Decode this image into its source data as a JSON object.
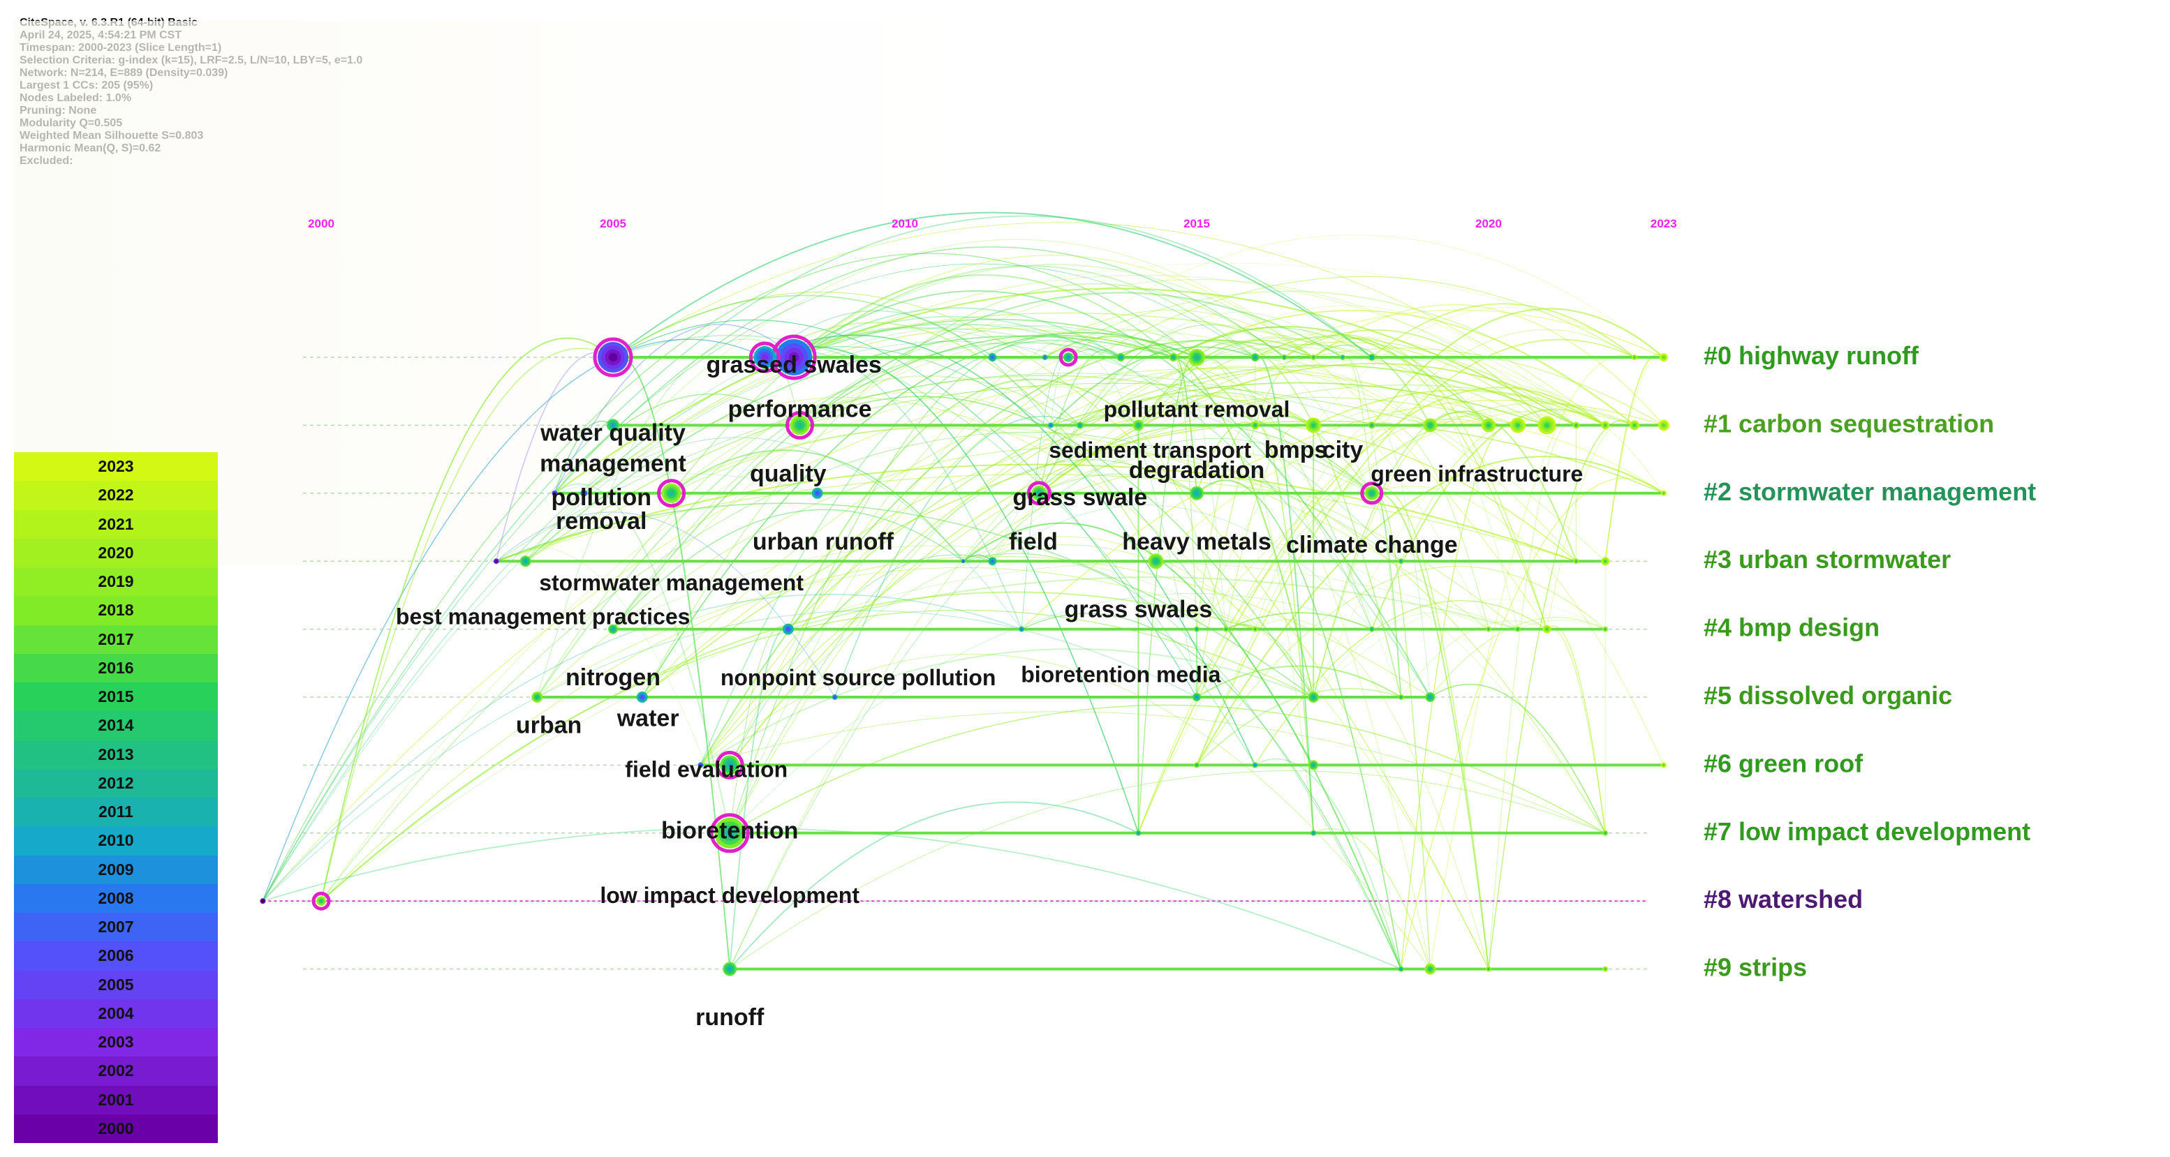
{
  "info_lines": [
    "CiteSpace, v. 6.3.R1 (64-bit) Basic",
    "April 24, 2025, 4:54:21 PM CST",
    "Timespan: 2000-2023 (Slice Length=1)",
    "Selection Criteria: g-index (k=15), LRF=2.5, L/N=10, LBY=5, e=1.0",
    "Network: N=214, E=889 (Density=0.039)",
    "Largest 1 CCs: 205 (95%)",
    "Nodes Labeled: 1.0%",
    "Pruning: None",
    "Modularity Q=0.505",
    "Weighted Mean Silhouette S=0.803",
    "Harmonic Mean(Q, S)=0.62",
    "Excluded:"
  ],
  "year_ticks": [
    "2000",
    "2005",
    "2010",
    "2015",
    "2020",
    "2023"
  ],
  "year_range": [
    2000,
    2023
  ],
  "legend_years": [
    "2023",
    "2022",
    "2021",
    "2020",
    "2019",
    "2018",
    "2017",
    "2016",
    "2015",
    "2014",
    "2013",
    "2012",
    "2011",
    "2010",
    "2009",
    "2008",
    "2007",
    "2006",
    "2005",
    "2004",
    "2003",
    "2002",
    "2001",
    "2000"
  ],
  "colors": {
    "year_tick": "#ee22ee",
    "cluster_label": "#3a9a1c",
    "cluster_label_alt": "#4c2a7a",
    "burst_ring": "#e020c8",
    "timeline_line": "#66e044",
    "timeline_dashed": "#aaaaaa",
    "legend_top": "#ccf510",
    "legend_bottom": "#6a00a8"
  },
  "clusters": [
    {
      "label": "#0 highway runoff",
      "color": "#2f9a1e",
      "line": "solid"
    },
    {
      "label": "#1 carbon  sequestration",
      "color": "#4aa020",
      "line": "solid"
    },
    {
      "label": "#2 stormwater management",
      "color": "#23935a",
      "line": "solid"
    },
    {
      "label": "#3 urban stormwater",
      "color": "#3a9a1c",
      "line": "solid"
    },
    {
      "label": "#4 bmp design",
      "color": "#3a9a1c",
      "line": "solid"
    },
    {
      "label": "#5 dissolved organic",
      "color": "#3a9a1c",
      "line": "solid"
    },
    {
      "label": "#6 green roof",
      "color": "#2f9a1e",
      "line": "solid"
    },
    {
      "label": "#7 low impact development",
      "color": "#2f9a1e",
      "line": "solid"
    },
    {
      "label": "#8 watershed",
      "color": "#4c1a72",
      "line": "dashed"
    },
    {
      "label": "#9 strips",
      "color": "#3a9a1c",
      "line": "solid"
    }
  ],
  "keywords": [
    {
      "text": "grassed swales",
      "year": 2008.1,
      "row": 0.35
    },
    {
      "text": "performance",
      "year": 2008.2,
      "row": 1.0
    },
    {
      "text": "water quality",
      "year": 2005.0,
      "row": 1.35
    },
    {
      "text": "management",
      "year": 2005.0,
      "row": 1.8
    },
    {
      "text": "quality",
      "year": 2008.0,
      "row": 1.95
    },
    {
      "text": "pollution",
      "year": 2004.8,
      "row": 2.3
    },
    {
      "text": "removal",
      "year": 2004.8,
      "row": 2.65
    },
    {
      "text": "stormwater management",
      "year": 2006.0,
      "row": 3.55
    },
    {
      "text": "best management practices",
      "year": 2003.8,
      "row": 4.05
    },
    {
      "text": "nitrogen",
      "year": 2005.0,
      "row": 4.95
    },
    {
      "text": "urban",
      "year": 2003.9,
      "row": 5.65
    },
    {
      "text": "water",
      "year": 2005.6,
      "row": 5.55
    },
    {
      "text": "field evaluation",
      "year": 2006.6,
      "row": 6.3
    },
    {
      "text": "bioretention",
      "year": 2007.0,
      "row": 7.2
    },
    {
      "text": "low impact development",
      "year": 2007.0,
      "row": 8.15
    },
    {
      "text": "runoff",
      "year": 2007.0,
      "row": 9.95
    },
    {
      "text": "nonpoint source pollution",
      "year": 2009.2,
      "row": 4.95
    },
    {
      "text": "urban runoff",
      "year": 2008.6,
      "row": 2.95
    },
    {
      "text": "field",
      "year": 2012.2,
      "row": 2.95
    },
    {
      "text": "grass swale",
      "year": 2013.0,
      "row": 2.3
    },
    {
      "text": "grass swales",
      "year": 2014.0,
      "row": 3.95
    },
    {
      "text": "bioretention media",
      "year": 2013.7,
      "row": 4.9
    },
    {
      "text": "heavy metals",
      "year": 2015.0,
      "row": 2.95
    },
    {
      "text": "pollutant removal",
      "year": 2015.0,
      "row": 1.0
    },
    {
      "text": "sediment transport",
      "year": 2014.2,
      "row": 1.6
    },
    {
      "text": "degradation",
      "year": 2015.0,
      "row": 1.9
    },
    {
      "text": "bmps",
      "year": 2016.7,
      "row": 1.6
    },
    {
      "text": "city",
      "year": 2017.5,
      "row": 1.6
    },
    {
      "text": "green infrastructure",
      "year": 2019.8,
      "row": 1.95
    },
    {
      "text": "climate change",
      "year": 2018.0,
      "row": 3.0
    }
  ],
  "nodes": [
    {
      "row": 0,
      "year": 2005.0,
      "r": 22,
      "year_color": 2006,
      "burst": true
    },
    {
      "row": 0,
      "year": 2008.1,
      "r": 26,
      "year_color": 2008,
      "burst": true
    },
    {
      "row": 0,
      "year": 2007.6,
      "r": 16,
      "year_color": 2010,
      "burst": true
    },
    {
      "row": 0,
      "year": 2011.5,
      "r": 6,
      "year_color": 2013
    },
    {
      "row": 0,
      "year": 2012.4,
      "r": 4,
      "year_color": 2014
    },
    {
      "row": 0,
      "year": 2012.8,
      "r": 7,
      "year_color": 2016,
      "burst": true
    },
    {
      "row": 0,
      "year": 2013.7,
      "r": 6,
      "year_color": 2017
    },
    {
      "row": 0,
      "year": 2014.6,
      "r": 6,
      "year_color": 2018
    },
    {
      "row": 0,
      "year": 2015.0,
      "r": 12,
      "year_color": 2019
    },
    {
      "row": 0,
      "year": 2016.0,
      "r": 6,
      "year_color": 2017
    },
    {
      "row": 0,
      "year": 2016.5,
      "r": 4,
      "year_color": 2018
    },
    {
      "row": 0,
      "year": 2017.0,
      "r": 4,
      "year_color": 2020
    },
    {
      "row": 0,
      "year": 2017.5,
      "r": 4,
      "year_color": 2018
    },
    {
      "row": 0,
      "year": 2018.0,
      "r": 5,
      "year_color": 2017
    },
    {
      "row": 0,
      "year": 2022.5,
      "r": 4,
      "year_color": 2022
    },
    {
      "row": 0,
      "year": 2023.0,
      "r": 6,
      "year_color": 2023
    },
    {
      "row": 1,
      "year": 2005.0,
      "r": 9,
      "year_color": 2016
    },
    {
      "row": 1,
      "year": 2008.2,
      "r": 14,
      "year_color": 2019,
      "burst": true
    },
    {
      "row": 1,
      "year": 2012.5,
      "r": 4,
      "year_color": 2014
    },
    {
      "row": 1,
      "year": 2013.0,
      "r": 5,
      "year_color": 2017
    },
    {
      "row": 1,
      "year": 2014.0,
      "r": 8,
      "year_color": 2019
    },
    {
      "row": 1,
      "year": 2016.0,
      "r": 6,
      "year_color": 2020
    },
    {
      "row": 1,
      "year": 2017.0,
      "r": 11,
      "year_color": 2021
    },
    {
      "row": 1,
      "year": 2018.0,
      "r": 5,
      "year_color": 2019
    },
    {
      "row": 1,
      "year": 2019.0,
      "r": 10,
      "year_color": 2020
    },
    {
      "row": 1,
      "year": 2020.0,
      "r": 10,
      "year_color": 2021
    },
    {
      "row": 1,
      "year": 2020.5,
      "r": 11,
      "year_color": 2022
    },
    {
      "row": 1,
      "year": 2021.0,
      "r": 13,
      "year_color": 2022
    },
    {
      "row": 1,
      "year": 2021.5,
      "r": 5,
      "year_color": 2021
    },
    {
      "row": 1,
      "year": 2022.0,
      "r": 6,
      "year_color": 2022
    },
    {
      "row": 1,
      "year": 2022.5,
      "r": 7,
      "year_color": 2022
    },
    {
      "row": 1,
      "year": 2023.0,
      "r": 8,
      "year_color": 2023
    },
    {
      "row": 2,
      "year": 2004.0,
      "r": 4,
      "year_color": 2006
    },
    {
      "row": 2,
      "year": 2004.5,
      "r": 5,
      "year_color": 2008
    },
    {
      "row": 2,
      "year": 2006.0,
      "r": 14,
      "year_color": 2019,
      "burst": true
    },
    {
      "row": 2,
      "year": 2008.5,
      "r": 8,
      "year_color": 2012
    },
    {
      "row": 2,
      "year": 2012.3,
      "r": 11,
      "year_color": 2018,
      "burst": true
    },
    {
      "row": 2,
      "year": 2015.0,
      "r": 10,
      "year_color": 2017
    },
    {
      "row": 2,
      "year": 2018.0,
      "r": 10,
      "year_color": 2019,
      "burst": true
    },
    {
      "row": 2,
      "year": 2023.0,
      "r": 4,
      "year_color": 2023
    },
    {
      "row": 3,
      "year": 2003.0,
      "r": 4,
      "year_color": 2004
    },
    {
      "row": 3,
      "year": 2003.5,
      "r": 8,
      "year_color": 2017
    },
    {
      "row": 3,
      "year": 2011.0,
      "r": 3,
      "year_color": 2012
    },
    {
      "row": 3,
      "year": 2011.5,
      "r": 6,
      "year_color": 2014
    },
    {
      "row": 3,
      "year": 2014.3,
      "r": 11,
      "year_color": 2019
    },
    {
      "row": 3,
      "year": 2018.5,
      "r": 4,
      "year_color": 2018
    },
    {
      "row": 3,
      "year": 2021.5,
      "r": 4,
      "year_color": 2021
    },
    {
      "row": 3,
      "year": 2022.0,
      "r": 6,
      "year_color": 2022
    },
    {
      "row": 4,
      "year": 2005.0,
      "r": 7,
      "year_color": 2017
    },
    {
      "row": 4,
      "year": 2008.0,
      "r": 8,
      "year_color": 2012
    },
    {
      "row": 4,
      "year": 2012.0,
      "r": 4,
      "year_color": 2014
    },
    {
      "row": 4,
      "year": 2015.0,
      "r": 4,
      "year_color": 2018
    },
    {
      "row": 4,
      "year": 2015.5,
      "r": 4,
      "year_color": 2020
    },
    {
      "row": 4,
      "year": 2016.0,
      "r": 4,
      "year_color": 2021
    },
    {
      "row": 4,
      "year": 2018.0,
      "r": 4,
      "year_color": 2018
    },
    {
      "row": 4,
      "year": 2020.0,
      "r": 4,
      "year_color": 2021
    },
    {
      "row": 4,
      "year": 2020.5,
      "r": 4,
      "year_color": 2020
    },
    {
      "row": 4,
      "year": 2021.0,
      "r": 6,
      "year_color": 2022
    },
    {
      "row": 4,
      "year": 2022.0,
      "r": 4,
      "year_color": 2021
    },
    {
      "row": 5,
      "year": 2003.7,
      "r": 8,
      "year_color": 2019
    },
    {
      "row": 5,
      "year": 2005.5,
      "r": 8,
      "year_color": 2012
    },
    {
      "row": 5,
      "year": 2008.8,
      "r": 4,
      "year_color": 2011
    },
    {
      "row": 5,
      "year": 2015.0,
      "r": 6,
      "year_color": 2016
    },
    {
      "row": 5,
      "year": 2017.0,
      "r": 8,
      "year_color": 2018
    },
    {
      "row": 5,
      "year": 2018.5,
      "r": 4,
      "year_color": 2019
    },
    {
      "row": 5,
      "year": 2019.0,
      "r": 7,
      "year_color": 2017
    },
    {
      "row": 6,
      "year": 2006.5,
      "r": 4,
      "year_color": 2009
    },
    {
      "row": 6,
      "year": 2007.0,
      "r": 14,
      "year_color": 2017,
      "burst": true
    },
    {
      "row": 6,
      "year": 2015.0,
      "r": 4,
      "year_color": 2019
    },
    {
      "row": 6,
      "year": 2016.0,
      "r": 4,
      "year_color": 2016
    },
    {
      "row": 6,
      "year": 2017.0,
      "r": 7,
      "year_color": 2018
    },
    {
      "row": 6,
      "year": 2023.0,
      "r": 4,
      "year_color": 2023
    },
    {
      "row": 7,
      "year": 2007.0,
      "r": 22,
      "year_color": 2018,
      "burst": true
    },
    {
      "row": 7,
      "year": 2014.0,
      "r": 4,
      "year_color": 2016
    },
    {
      "row": 7,
      "year": 2017.0,
      "r": 4,
      "year_color": 2016
    },
    {
      "row": 7,
      "year": 2022.0,
      "r": 4,
      "year_color": 2020
    },
    {
      "row": 8,
      "year": 1999.0,
      "r": 4,
      "year_color": 2001
    },
    {
      "row": 8,
      "year": 2000.0,
      "r": 7,
      "year_color": 2020,
      "burst": true
    },
    {
      "row": 9,
      "year": 2007.0,
      "r": 10,
      "year_color": 2017
    },
    {
      "row": 9,
      "year": 2018.5,
      "r": 4,
      "year_color": 2017
    },
    {
      "row": 9,
      "year": 2019.0,
      "r": 8,
      "year_color": 2020
    },
    {
      "row": 9,
      "year": 2020.0,
      "r": 4,
      "year_color": 2021
    },
    {
      "row": 9,
      "year": 2022.0,
      "r": 4,
      "year_color": 2022
    }
  ]
}
